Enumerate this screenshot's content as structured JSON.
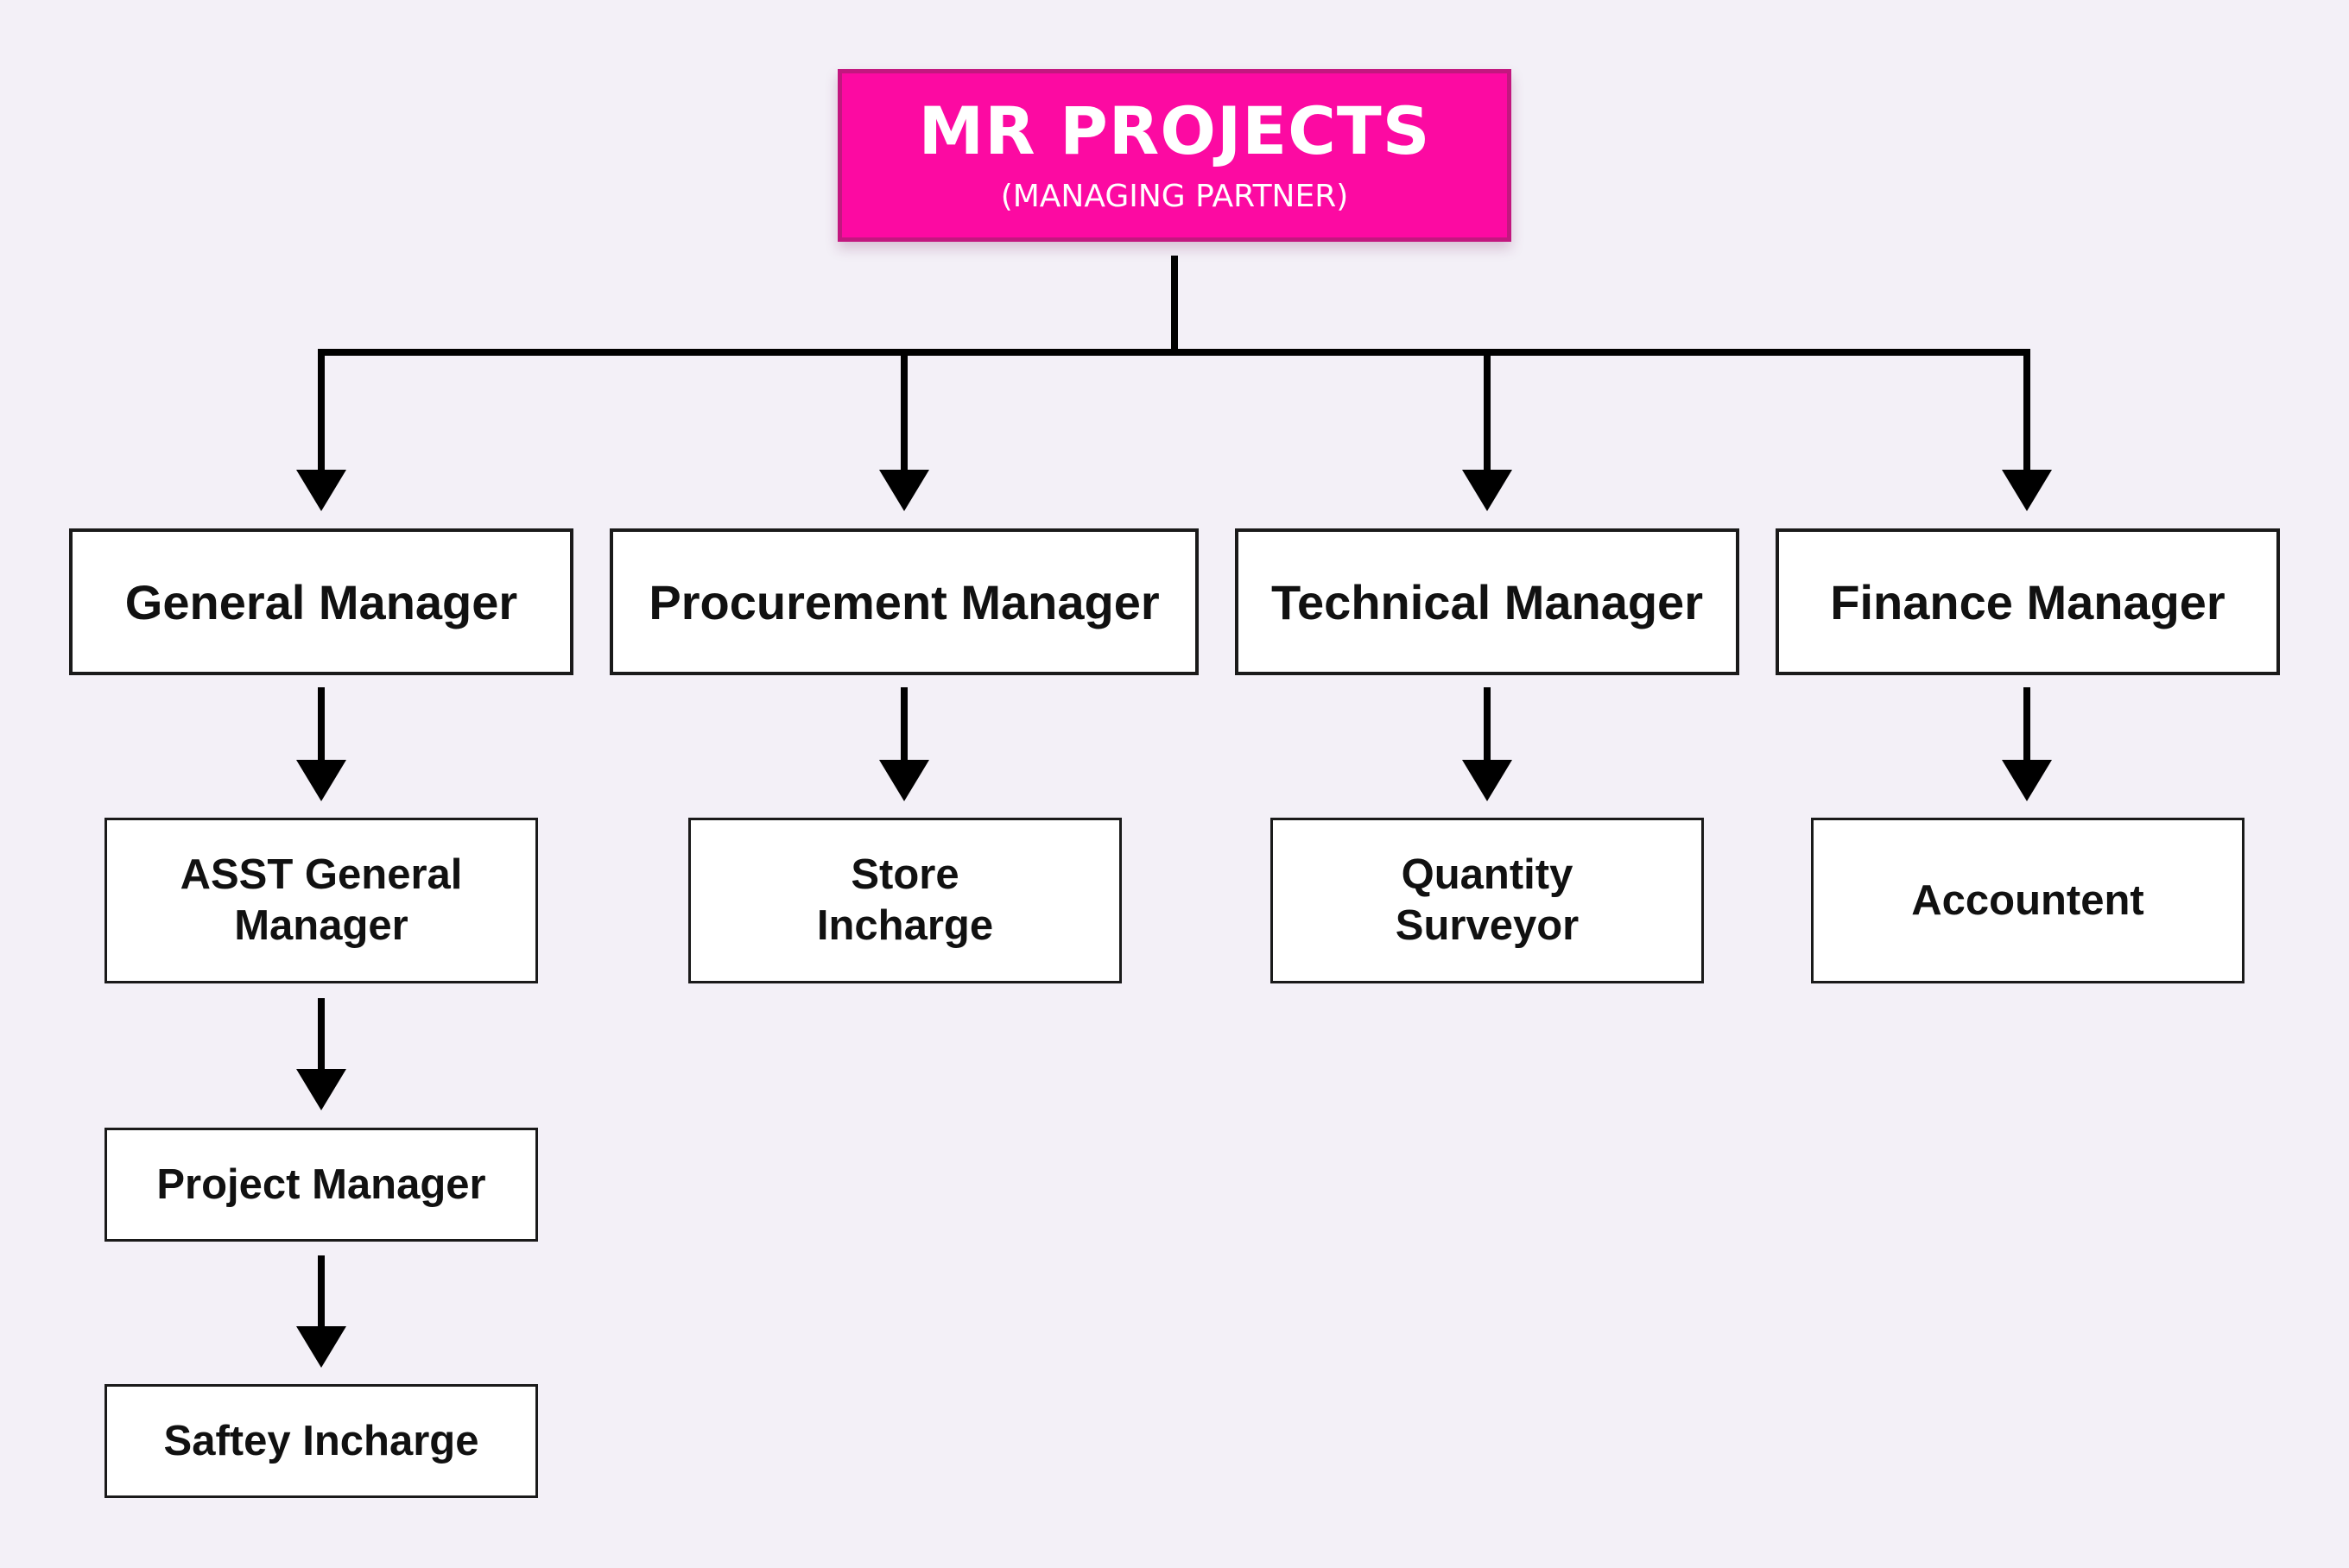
{
  "root": {
    "title": "MR PROJECTS",
    "subtitle": "(MANAGING PARTNER)"
  },
  "managers": [
    {
      "label": "General Manager"
    },
    {
      "label": "Procurement Manager"
    },
    {
      "label": "Technical Manager"
    },
    {
      "label": "Finance Manager"
    }
  ],
  "reports": {
    "general": [
      {
        "label": "ASST General\nManager"
      },
      {
        "label": "Project Manager"
      },
      {
        "label": "Saftey Incharge"
      }
    ],
    "procurement": [
      {
        "label": "Store\nIncharge"
      }
    ],
    "technical": [
      {
        "label": "Quantity\nSurveyor"
      }
    ],
    "finance": [
      {
        "label": "Accountent"
      }
    ]
  },
  "colors": {
    "root_fill": "#fc0aa2",
    "root_border": "#c2177f",
    "background": "#f3f0f7",
    "connector": "#000000"
  }
}
